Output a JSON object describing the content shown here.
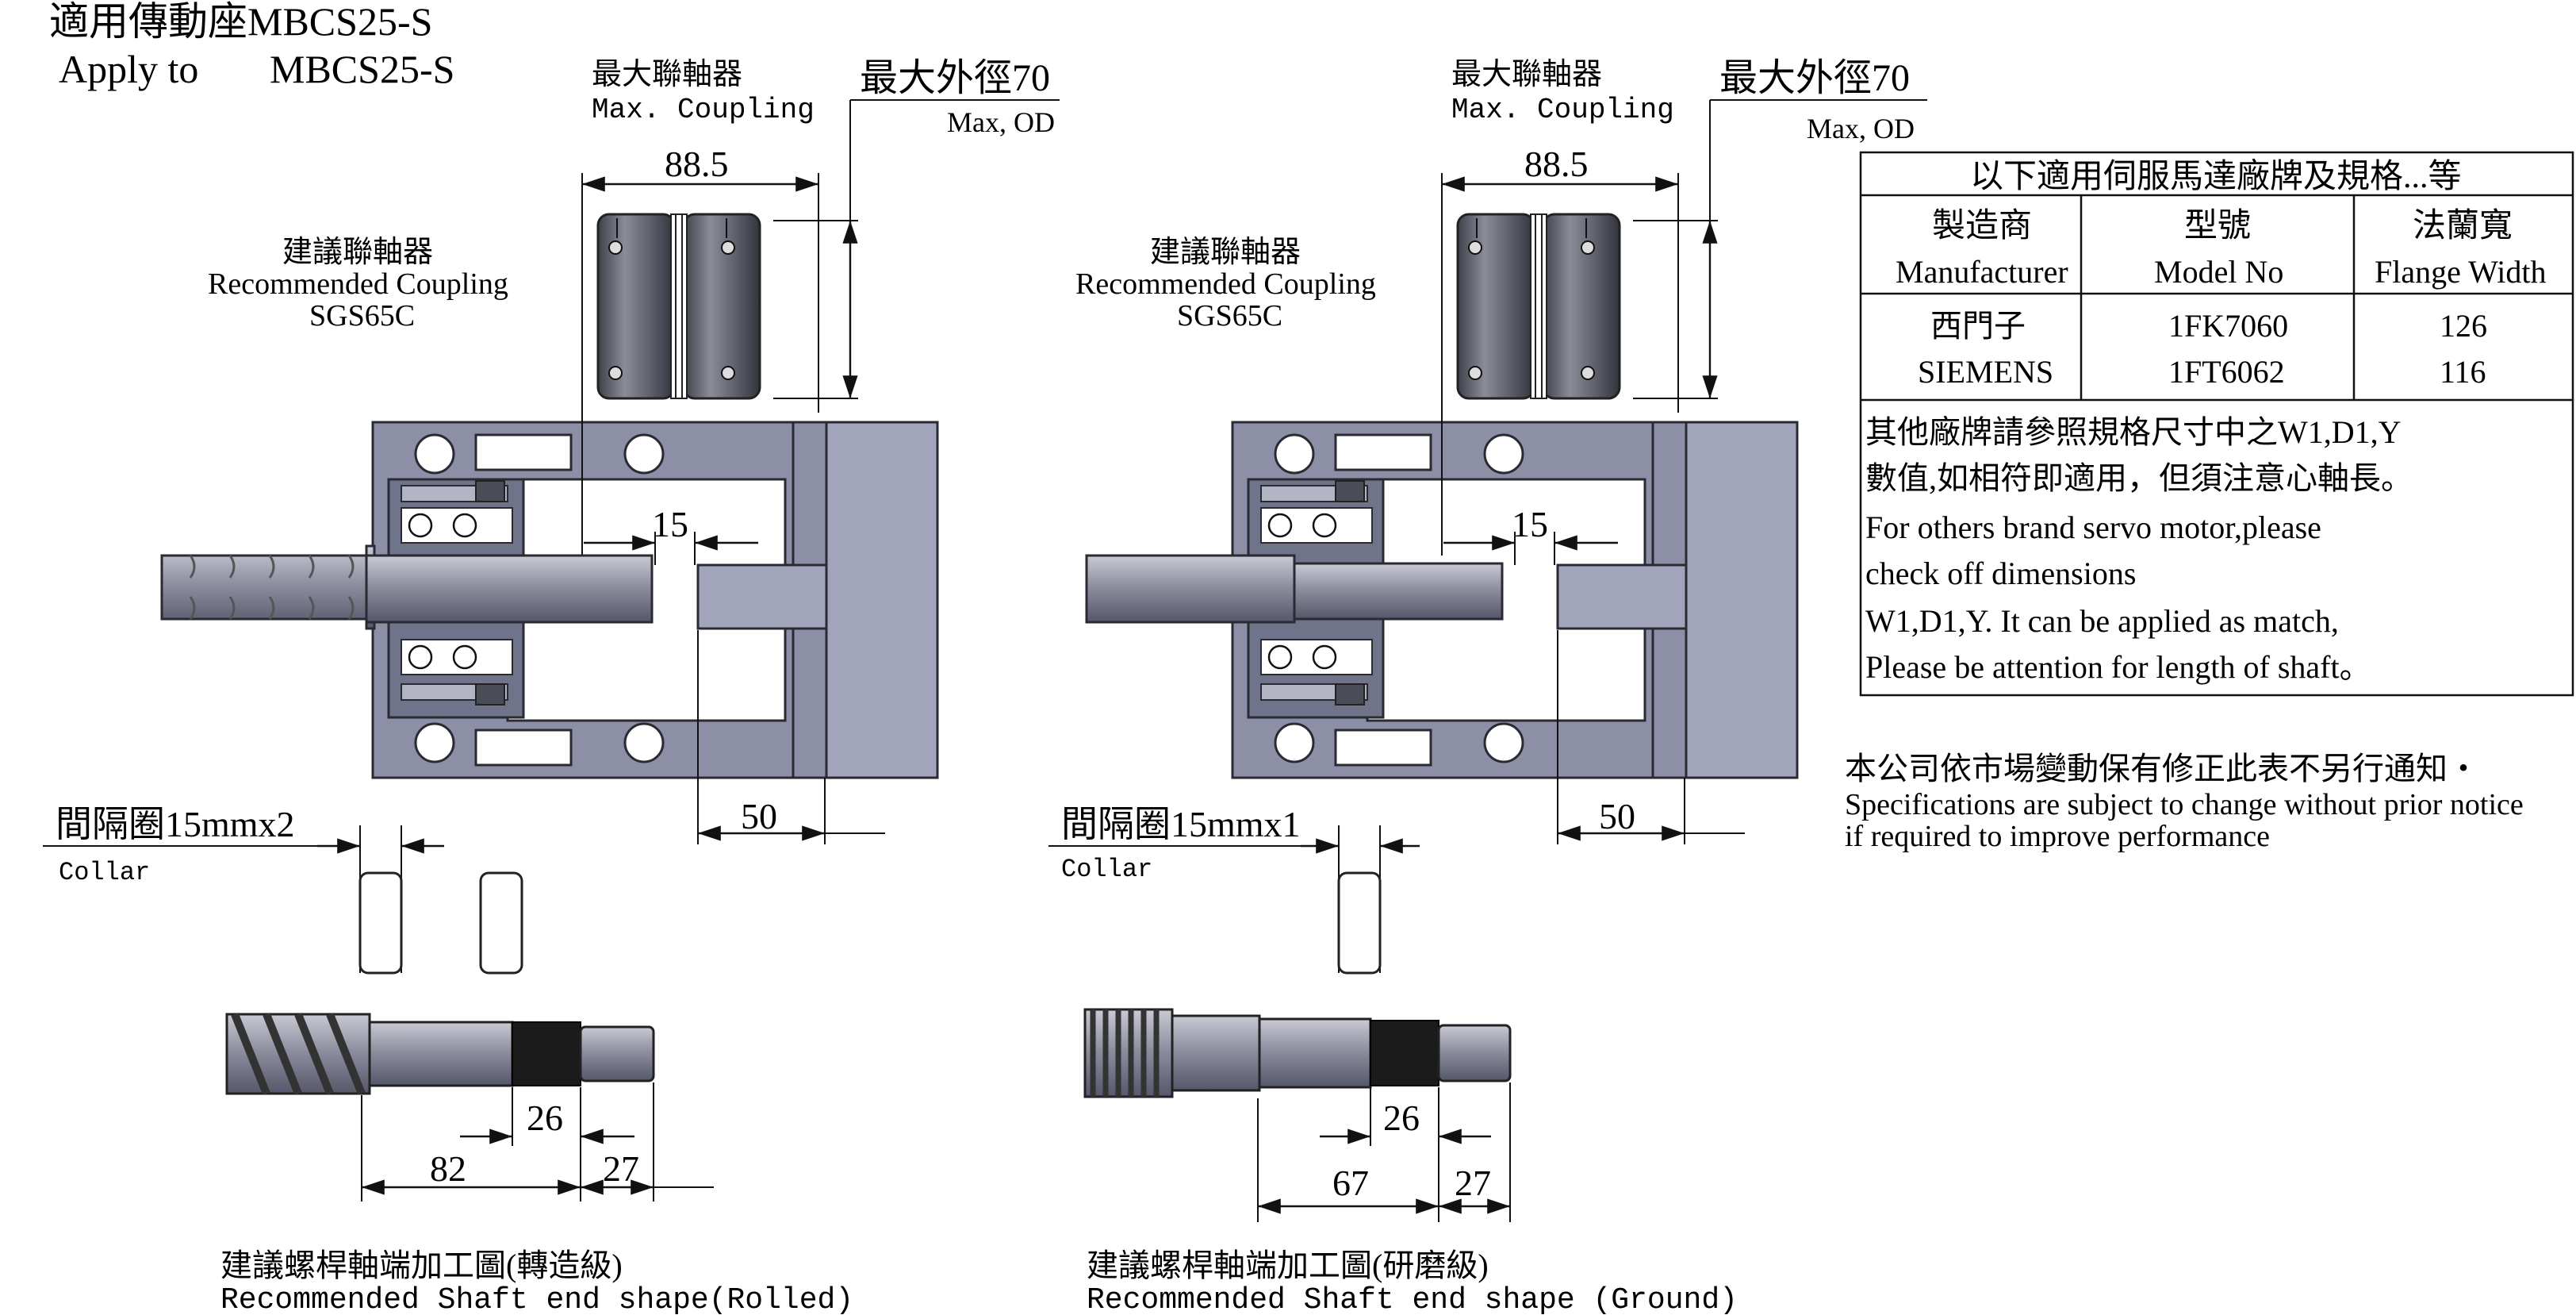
{
  "header": {
    "title_zh": "適用傳動座MBCS25-S",
    "apply_label": "Apply to",
    "apply_model": "MBCS25-S"
  },
  "views": [
    {
      "max_coupling_zh": "最大聯軸器",
      "max_coupling_en": "Max. Coupling",
      "max_od_zh": "最大外徑70",
      "max_od_en": "Max, OD",
      "coupling_width": "88.5",
      "recommended_coupling_zh": "建議聯軸器",
      "recommended_coupling_en": "Recommended Coupling",
      "recommended_coupling_model": "SGS65C",
      "gap_dim": "15",
      "depth_dim": "50",
      "collar_zh": "間隔圈15mmx2",
      "collar_en": "Collar",
      "dim_thread": "26",
      "dim_total": "82",
      "dim_end": "27",
      "shaft_caption_zh": "建議螺桿軸端加工圖(轉造級)",
      "shaft_caption_en": "Recommended Shaft end shape(Rolled)"
    },
    {
      "max_coupling_zh": "最大聯軸器",
      "max_coupling_en": "Max. Coupling",
      "max_od_zh": "最大外徑70",
      "max_od_en": "Max, OD",
      "coupling_width": "88.5",
      "recommended_coupling_zh": "建議聯軸器",
      "recommended_coupling_en": "Recommended Coupling",
      "recommended_coupling_model": "SGS65C",
      "gap_dim": "15",
      "depth_dim": "50",
      "collar_zh": "間隔圈15mmx1",
      "collar_en": "Collar",
      "dim_thread": "26",
      "dim_total": "67",
      "dim_end": "27",
      "shaft_caption_zh": "建議螺桿軸端加工圖(研磨級)",
      "shaft_caption_en": "Recommended Shaft end shape (Ground)"
    }
  ],
  "motor_table": {
    "title": "以下適用伺服馬達廠牌及規格...等",
    "headers_zh": [
      "製造商",
      "型號",
      "法蘭寬"
    ],
    "headers_en": [
      "Manufacturer",
      "Model No",
      "Flange Width"
    ],
    "rows": [
      [
        "西門子",
        "1FK7060",
        "126"
      ],
      [
        "SIEMENS",
        "1FT6062",
        "116"
      ]
    ],
    "note_lines": [
      "其他廠牌請參照規格尺寸中之W1,D1,Y",
      "數值,如相符即適用，但須注意心軸長。",
      "For others brand servo motor,please",
      "check off dimensions",
      "W1,D1,Y. It can be applied as match,",
      "Please be attention for length of shaft。"
    ]
  },
  "notice": {
    "zh": "本公司依市場變動保有修正此表不另行通知・",
    "en_line1": "Specifications are subject to change without prior notice",
    "en_line2": " if required to improve performance"
  },
  "colors": {
    "housing": "#8c8fa6",
    "flange": "#a1a4bb",
    "coupling": "#6b6e7a",
    "thread_dark": "#1b1b1b"
  }
}
